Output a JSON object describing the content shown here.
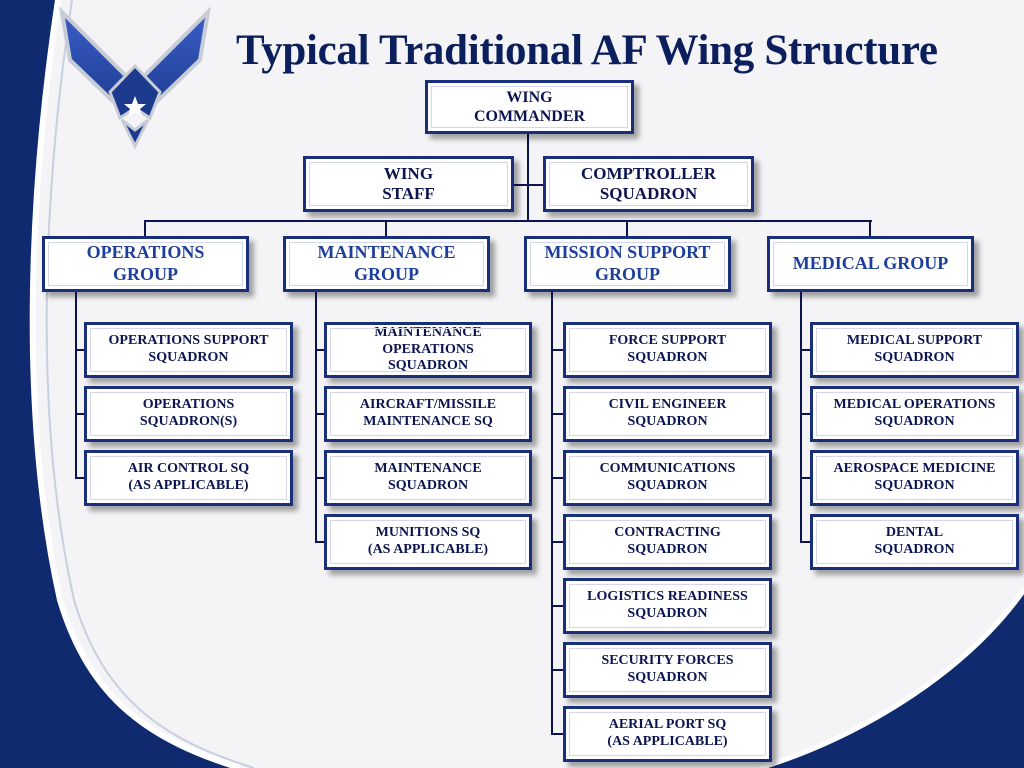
{
  "title": "Typical Traditional AF Wing Structure",
  "colors": {
    "navy": "#0b1f5c",
    "border": "#1a2f7a",
    "group_text": "#1d3e9c"
  },
  "logo": {
    "name": "air-force-symbol"
  },
  "commander": "WING\nCOMMANDER",
  "staff": [
    {
      "label": "WING\nSTAFF"
    },
    {
      "label": "COMPTROLLER\nSQUADRON"
    }
  ],
  "groups": [
    {
      "label": "OPERATIONS\nGROUP",
      "units": [
        "OPERATIONS SUPPORT\nSQUADRON",
        "OPERATIONS\nSQUADRON(S)",
        "AIR CONTROL SQ\n(AS APPLICABLE)"
      ]
    },
    {
      "label": "MAINTENANCE\nGROUP",
      "units": [
        "MAINTENANCE\nOPERATIONS\nSQUADRON",
        "AIRCRAFT/MISSILE\nMAINTENANCE SQ",
        "MAINTENANCE\nSQUADRON",
        "MUNITIONS SQ\n(AS APPLICABLE)"
      ]
    },
    {
      "label": "MISSION SUPPORT\nGROUP",
      "units": [
        "FORCE SUPPORT\nSQUADRON",
        "CIVIL ENGINEER\nSQUADRON",
        "COMMUNICATIONS\nSQUADRON",
        "CONTRACTING\nSQUADRON",
        "LOGISTICS READINESS\nSQUADRON",
        "SECURITY FORCES\nSQUADRON",
        "AERIAL PORT SQ\n(AS APPLICABLE)"
      ]
    },
    {
      "label": "MEDICAL GROUP",
      "units": [
        "MEDICAL SUPPORT\nSQUADRON",
        "MEDICAL OPERATIONS\nSQUADRON",
        "AEROSPACE MEDICINE\nSQUADRON",
        "DENTAL\nSQUADRON"
      ]
    }
  ]
}
